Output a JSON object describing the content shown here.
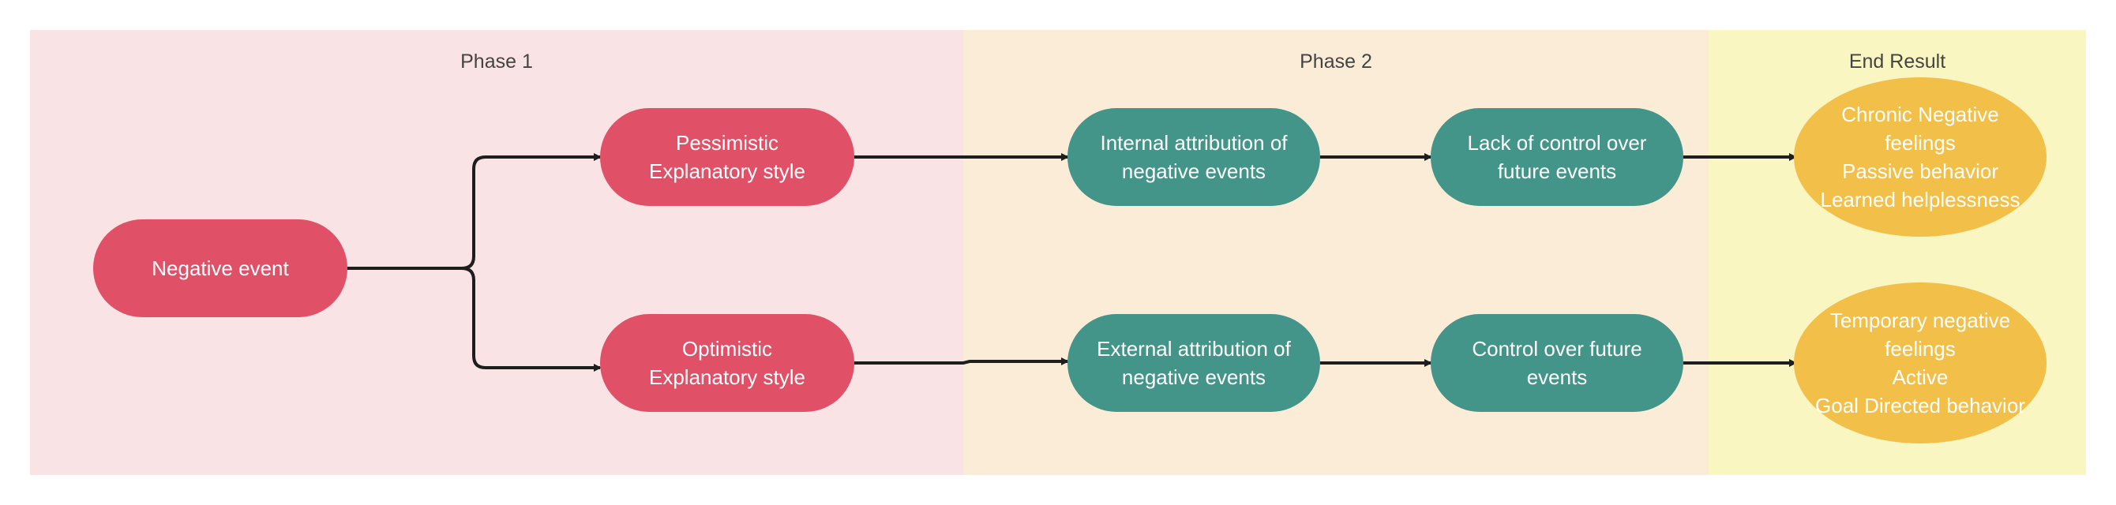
{
  "colors": {
    "phase1_band": "#fae3e4",
    "phase2_band": "#fbecd7",
    "end_band": "#f9f6c2",
    "red_node": "#e05066",
    "teal_node": "#439489",
    "gold_node": "#f2bf48",
    "connector": "#1e1e1e"
  },
  "bands": {
    "phase1": "Phase 1",
    "phase2": "Phase 2",
    "end": "End Result"
  },
  "nodes": {
    "negative_event": "Negative event",
    "pessimistic": "Pessimistic\nExplanatory style",
    "optimistic": "Optimistic\nExplanatory style",
    "internal": "Internal attribution of\nnegative events",
    "external": "External attribution of\nnegative events",
    "lack_control": "Lack of control over\nfuture events",
    "control": "Control over future\nevents",
    "chronic": "Chronic Negative\nfeelings\nPassive behavior\nLearned helplessness",
    "temporary": "Temporary negative\nfeelings\nActive\nGoal Directed behavior"
  }
}
